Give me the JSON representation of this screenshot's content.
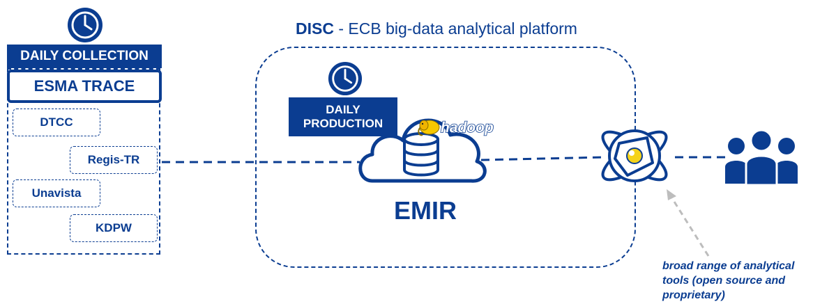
{
  "title": {
    "bold": "DISC",
    "rest": " - ECB big-data analytical platform"
  },
  "collection": {
    "label": "DAILY COLLECTION",
    "main_source": "ESMA TRACE",
    "sources": [
      "DTCC",
      "Regis-TR",
      "Unavista",
      "KDPW"
    ]
  },
  "production": {
    "line1": "DAILY",
    "line2": "PRODUCTION",
    "framework_logo": "hadoop",
    "dataset": "EMIR"
  },
  "icons": {
    "clock": "clock-icon",
    "database": "database-icon",
    "cloud": "cloud-icon",
    "elephant": "hadoop-elephant-icon",
    "atom": "atom-icon",
    "users": "users-group-icon"
  },
  "caption": "broad range of analytical tools (open source and proprietary)",
  "colors": {
    "brand": "#0b3d91",
    "accent": "#f5d31a",
    "arrow": "#bdbdbd",
    "hadoop": "#f7c800"
  }
}
